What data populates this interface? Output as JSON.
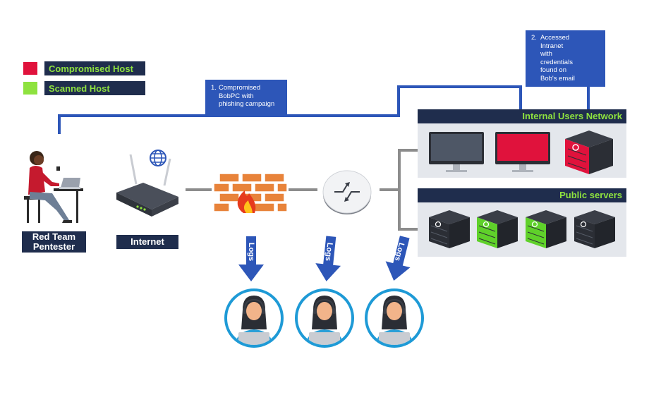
{
  "legend": {
    "items": [
      {
        "label": "Compromised Host",
        "color": "#e0123c"
      },
      {
        "label": "Scanned Host",
        "color": "#8ee23f"
      }
    ]
  },
  "callouts": {
    "step1": {
      "number": "1.",
      "lines": [
        "Compromised",
        "BobPC with",
        "phishing campaign"
      ]
    },
    "step2": {
      "number": "2.",
      "lines": [
        "Accessed",
        "Intranet",
        "with",
        "credentials",
        "found on",
        "Bob's email"
      ]
    }
  },
  "actors": {
    "attacker": {
      "line1": "Red Team",
      "line2": "Pentester"
    },
    "internet": {
      "label": "Internet"
    }
  },
  "networks": {
    "internal": {
      "title": "Internal Users Network"
    },
    "public": {
      "title": "Public servers"
    }
  },
  "logs": {
    "label": "Logs"
  },
  "colors": {
    "navy": "#1f2d4d",
    "blue": "#2d56b8",
    "compromised": "#e0123c",
    "scanned": "#8ee23f",
    "analyst_ring": "#1e9ad6"
  },
  "icons": [
    "person-at-laptop-icon",
    "wifi-router-icon",
    "globe-icon",
    "firewall-icon",
    "network-router-icon",
    "monitor-icon",
    "server-icon",
    "analyst-headset-icon"
  ]
}
